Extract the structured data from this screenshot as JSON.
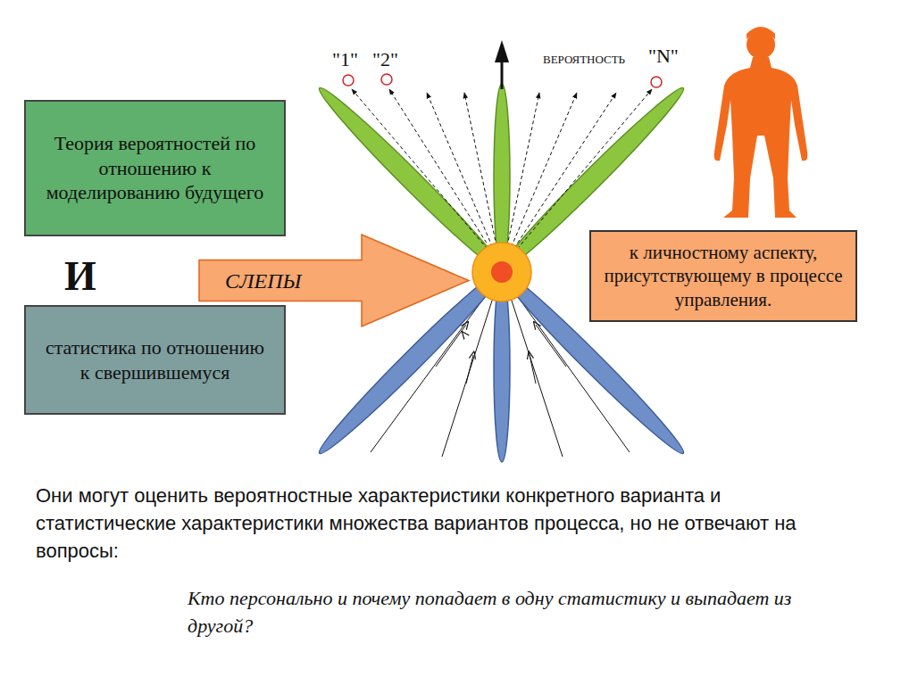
{
  "diagram": {
    "nodes": [
      {
        "text": [
          "Теория вероятностей по отношению к моделированию будущего"
        ]
      },
      {
        "text": [
          "СЛЕПЫ"
        ]
      },
      {
        "text": [
          "статистика по отношению к свершившемуся"
        ]
      },
      {
        "text": [
          "к личностному аспекту, присутствующему в процессе управления."
        ]
      }
    ],
    "labels": [
      "И",
      "\"1\"",
      "\"2\"",
      "ВЕРОЯТНОСТЬ",
      "\"N\"",
      "Они могут оценить вероятностные характеристики конкретного варианта и статистические характеристики множества вариантов процесса, но не отвечают на вопросы:",
      "Кто персонально и почему попадает в одну статистику и выпадает из другой?"
    ]
  }
}
